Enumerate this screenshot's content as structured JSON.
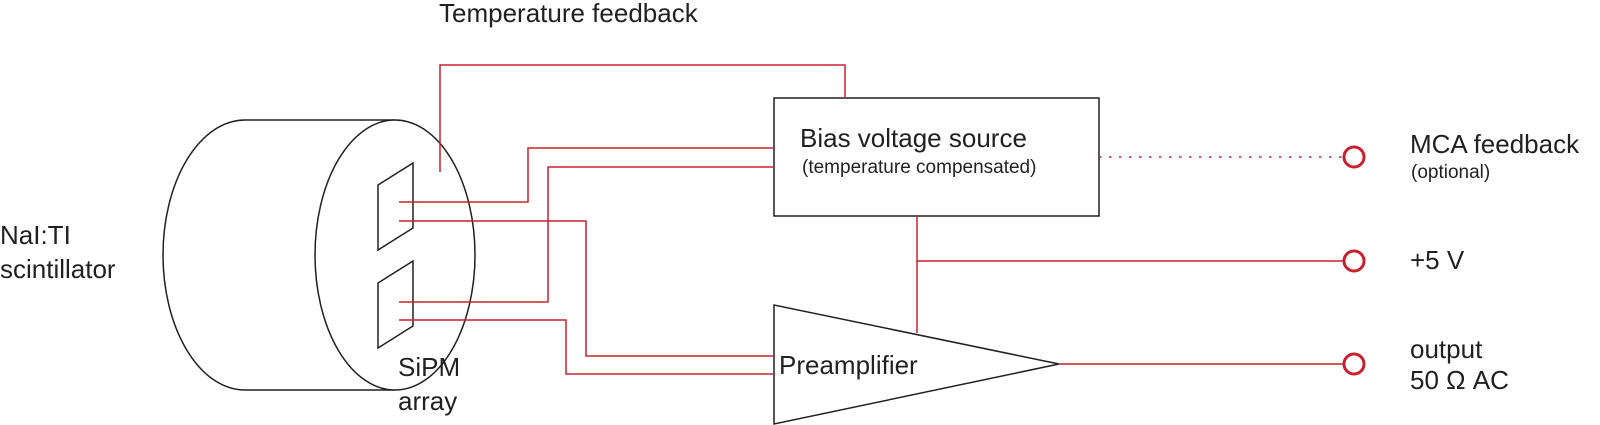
{
  "labels": {
    "temperature_feedback": "Temperature feedback",
    "scintillator_line1": "NaI:TI",
    "scintillator_line2": "scintillator",
    "sipm_line1": "SiPM",
    "sipm_line2": "array",
    "bias_title": "Bias voltage source",
    "bias_subtitle": "(temperature compensated)",
    "preamplifier": "Preamplifier",
    "mca_title": "MCA feedback",
    "mca_subtitle": "(optional)",
    "supply": "+5 V",
    "output_line1": "output",
    "output_line2": "50 Ω AC"
  },
  "colors": {
    "wire": "#c8202f",
    "outline": "#231f20",
    "background": "#ffffff"
  }
}
